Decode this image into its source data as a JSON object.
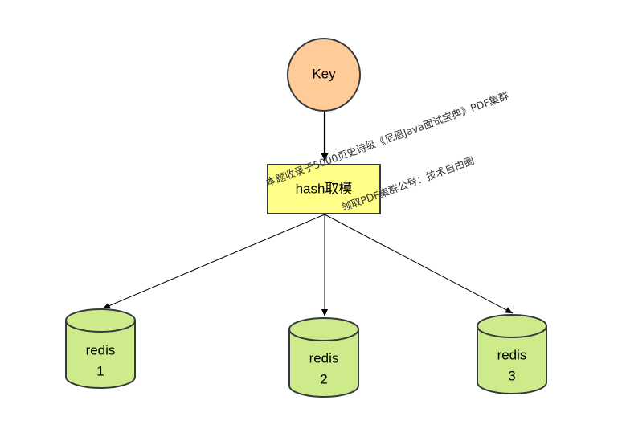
{
  "nodes": {
    "key": {
      "label": "Key"
    },
    "hash": {
      "label": "hash取模"
    },
    "redis1": {
      "line1": "redis",
      "line2": "1"
    },
    "redis2": {
      "line1": "redis",
      "line2": "2"
    },
    "redis3": {
      "line1": "redis",
      "line2": "3"
    }
  },
  "watermark": {
    "line1": "本题收录于5000页史诗级《尼恩Java面试宝典》PDF集群",
    "line2": "领取PDF集群公号：技术自由圈"
  },
  "colors": {
    "key_fill": "#FFCC99",
    "hash_fill": "#FFFF88",
    "redis_fill": "#CDEB8B",
    "stroke": "#36393D"
  }
}
